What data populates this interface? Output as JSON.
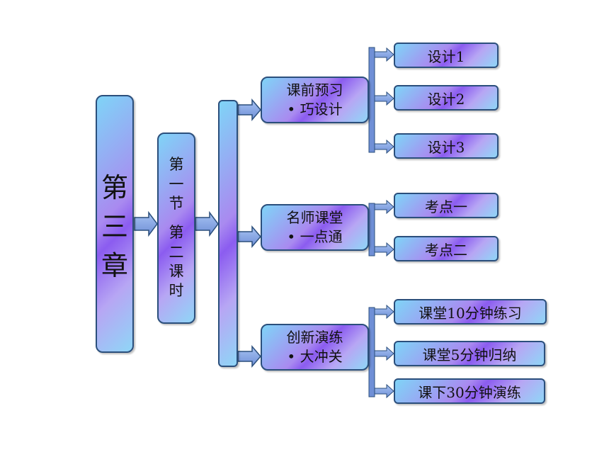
{
  "chapter": {
    "chars": [
      "第",
      "三",
      "章"
    ]
  },
  "section": {
    "chars": [
      "第",
      "一",
      "节",
      " ",
      "第",
      "二",
      "课",
      "时"
    ]
  },
  "groups": [
    {
      "line1": "课前预习",
      "line2": "• 巧设计",
      "children": [
        "设计1",
        "设计2",
        "设计3"
      ]
    },
    {
      "line1": "名师课堂",
      "line2": "• 一点通",
      "children": [
        "考点一",
        "考点二"
      ]
    },
    {
      "line1": "创新演练",
      "line2": "• 大冲关",
      "children": [
        "课堂10分钟练习",
        "课堂5分钟归纳",
        "课下30分钟演练"
      ]
    }
  ],
  "colors": {
    "border": "#2b4f7c",
    "gradient_light": "#7fd4f7",
    "gradient_dark": "#8b5cf0",
    "arrow": "#7f9fe0"
  }
}
